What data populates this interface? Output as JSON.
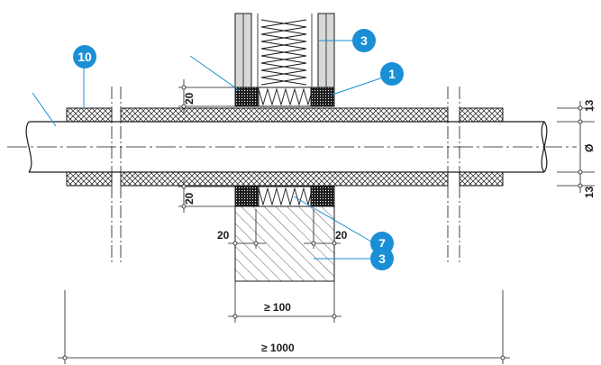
{
  "dimensions": {
    "gap_top": "20",
    "gap_bottom": "20",
    "gap_left": "20",
    "gap_right": "20",
    "insulation_top": "13",
    "insulation_bottom": "13",
    "diameter": "Ø",
    "wall_min": "≥ 100",
    "sleeve_min": "≥ 1000"
  },
  "callouts": {
    "insulation_sleeve": "10",
    "drywall": "3",
    "wall_seal": "1",
    "floor_seal": "7",
    "masonry": "3"
  },
  "colors": {
    "callout": "#1a8fd6",
    "line": "#1a1a1a",
    "wall_fill": "#d8d8d8"
  }
}
